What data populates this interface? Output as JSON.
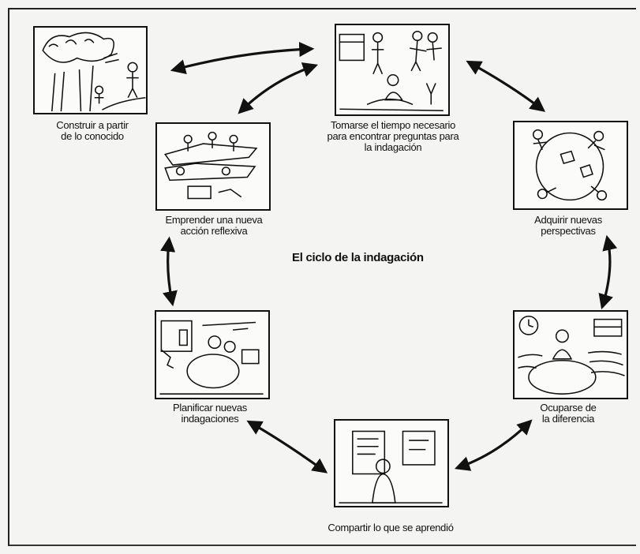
{
  "title": "El ciclo de la indagación",
  "stages": [
    {
      "id": "construir",
      "lines": [
        "Construir a partir",
        "de lo conocido"
      ]
    },
    {
      "id": "tomarse",
      "lines": [
        "Tomarse el tiempo necesario",
        "para encontrar preguntas  para",
        "la indagación"
      ]
    },
    {
      "id": "adquirir",
      "lines": [
        "Adquirir nuevas",
        "perspectivas"
      ]
    },
    {
      "id": "ocuparse",
      "lines": [
        "Ocuparse de",
        "la diferencia"
      ]
    },
    {
      "id": "compartir",
      "lines": [
        "Compartir lo que se aprendió"
      ]
    },
    {
      "id": "planificar",
      "lines": [
        "Planificar nuevas",
        "indagaciones"
      ]
    },
    {
      "id": "emprender",
      "lines": [
        "Emprender una nueva",
        "acción reflexiva"
      ]
    }
  ]
}
